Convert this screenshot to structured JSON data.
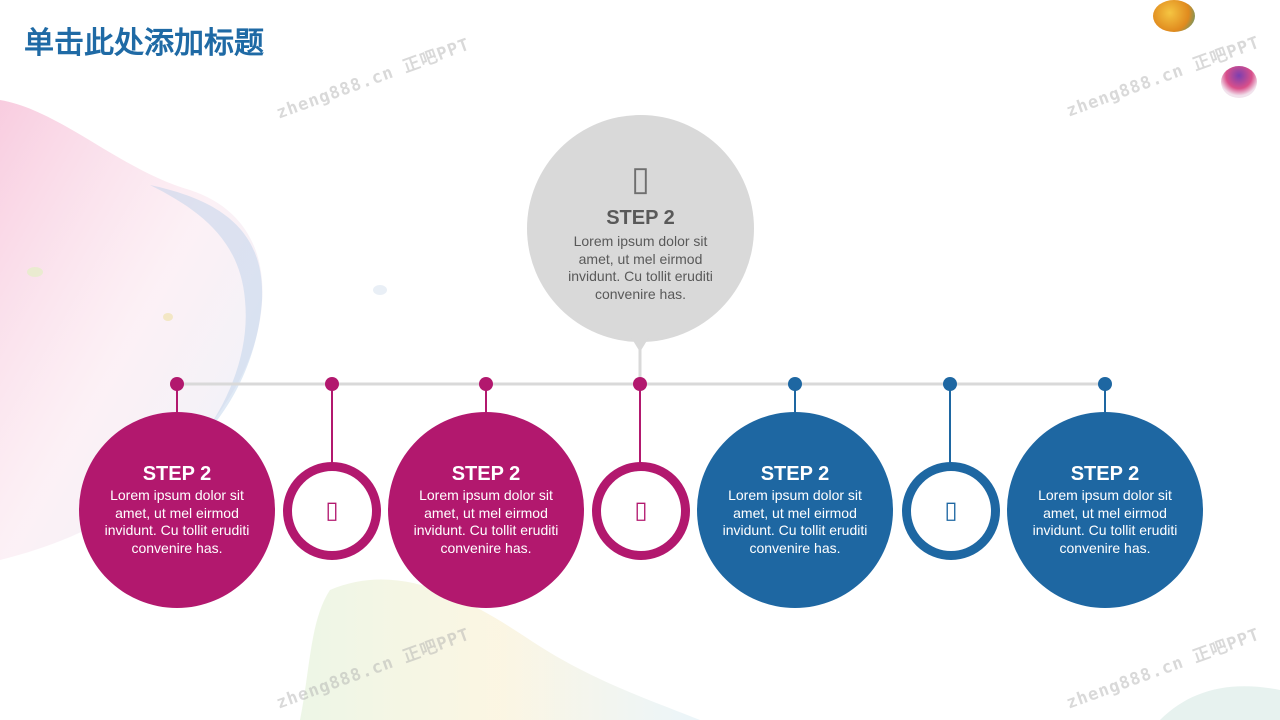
{
  "slide_title": "单击此处添加标题",
  "watermark_text": "zheng888.cn 正吧PPT",
  "colors": {
    "title": "#1f6aa5",
    "magenta": "#b2186e",
    "blue": "#1e67a2",
    "gray_bubble": "#d9d9d9",
    "gray_text": "#595959",
    "timeline_line": "#d9d9d9"
  },
  "top_bubble": {
    "icon": "placeholder-icon",
    "glyph": "▯",
    "step": "STEP 2",
    "text": "Lorem ipsum dolor sit amet, ut mel eirmod invidunt. Cu tollit eruditi convenire has."
  },
  "steps": [
    {
      "color": "magenta",
      "step": "STEP 2",
      "text": "Lorem ipsum dolor sit amet, ut mel eirmod invidunt. Cu tollit eruditi convenire has."
    },
    {
      "color": "magenta",
      "step": "STEP 2",
      "text": "Lorem ipsum dolor sit amet, ut mel eirmod invidunt. Cu tollit eruditi convenire has."
    },
    {
      "color": "blue",
      "step": "STEP 2",
      "text": "Lorem ipsum dolor sit amet, ut mel eirmod invidunt. Cu tollit eruditi convenire has."
    },
    {
      "color": "blue",
      "step": "STEP 2",
      "text": "Lorem ipsum dolor sit amet, ut mel eirmod invidunt. Cu tollit eruditi convenire has."
    }
  ],
  "rings": [
    {
      "color": "magenta",
      "icon": "placeholder-icon",
      "glyph": "▯"
    },
    {
      "color": "magenta",
      "icon": "placeholder-icon",
      "glyph": "▯"
    },
    {
      "color": "blue",
      "icon": "placeholder-icon",
      "glyph": "▯"
    }
  ]
}
